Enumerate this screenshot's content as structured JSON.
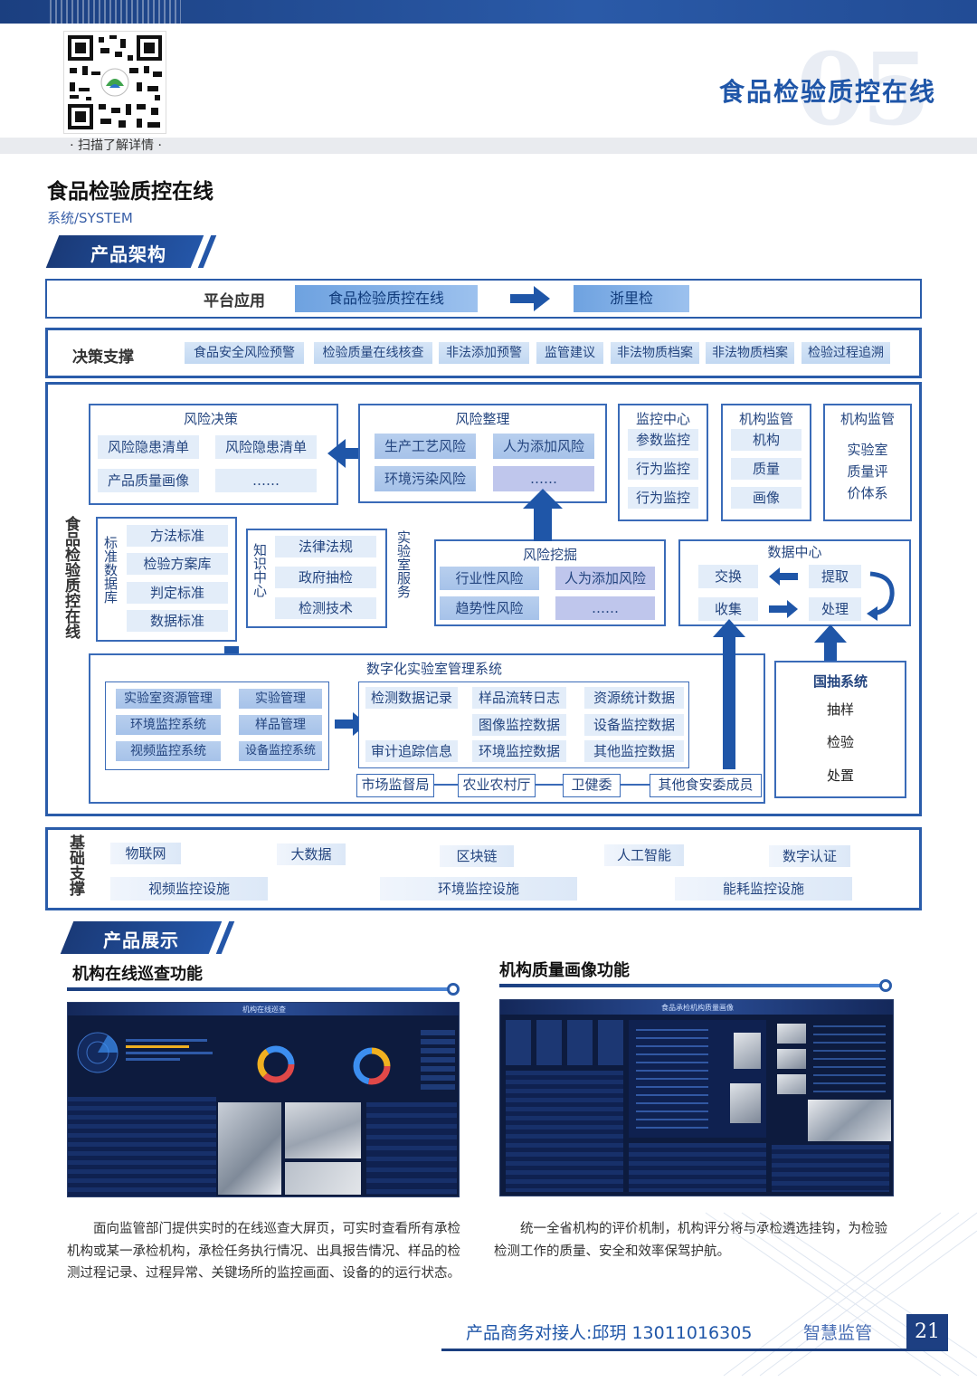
{
  "header": {
    "title": "食品检验质控在线",
    "scan_caption": "· 扫描了解详情 ·",
    "watermark_number": "05"
  },
  "page": {
    "title": "食品检验质控在线",
    "subtitle": "系统/SYSTEM",
    "section_architecture": "产品架构",
    "section_showcase": "产品展示"
  },
  "architecture": {
    "platform": {
      "label": "平台应用",
      "apps": [
        "食品检验质控在线",
        "浙里检"
      ]
    },
    "decision": {
      "label": "决策支撑",
      "items": [
        "食品安全风险预警",
        "检验质量在线核查",
        "非法添加预警",
        "监管建议",
        "非法物质档案",
        "非法物质档案",
        "检验过程追溯"
      ]
    },
    "core": {
      "side_label": "食品检验质控在线",
      "risk_decision": {
        "title": "风险决策",
        "items": [
          "风险隐患清单",
          "风险隐患清单",
          "产品质量画像",
          "……"
        ]
      },
      "risk_sort": {
        "title": "风险整理",
        "items": [
          "生产工艺风险",
          "人为添加风险",
          "环境污染风险",
          "……"
        ]
      },
      "monitor_center": {
        "title": "监控中心",
        "items": [
          "参数监控",
          "行为监控",
          "行为监控"
        ]
      },
      "org_supervise1": {
        "title": "机构监管",
        "items": [
          "机构",
          "质量",
          "画像"
        ]
      },
      "org_supervise2": {
        "title": "机构监管",
        "items": [
          "实验室",
          "质量评",
          "价体系"
        ]
      },
      "standard_db": {
        "label": "标准数据库",
        "items": [
          "方法标准",
          "检验方案库",
          "判定标准",
          "数据标准"
        ]
      },
      "knowledge": {
        "label": "知识中心",
        "items": [
          "法律法规",
          "政府抽检",
          "检测技术"
        ],
        "side": "实验室服务"
      },
      "risk_mining": {
        "title": "风险挖掘",
        "items": [
          "行业性风险",
          "人为添加风险",
          "趋势性风险",
          "……"
        ]
      },
      "data_center": {
        "title": "数据中心",
        "items": [
          "交换",
          "提取",
          "收集",
          "处理"
        ]
      },
      "digital_lab": {
        "title": "数字化实验室管理系统",
        "left": [
          "实验室资源管理",
          "实验管理",
          "环境监控系统",
          "样品管理",
          "视频监控系统",
          "设备监控系统"
        ],
        "right": [
          "检测数据记录",
          "样品流转日志",
          "资源统计数据",
          "图像监控数据",
          "设备监控数据",
          "审计追踪信息",
          "环境监控数据",
          "其他监控数据"
        ]
      },
      "agencies": [
        "市场监督局",
        "农业农村厅",
        "卫健委",
        "其他食安委成员"
      ],
      "national": {
        "title": "国抽系统",
        "items": [
          "抽样",
          "检验",
          "处置"
        ]
      }
    },
    "foundation": {
      "label": "基础支撑",
      "row1": [
        "物联网",
        "大数据",
        "区块链",
        "人工智能",
        "数字认证"
      ],
      "row2": [
        "视频监控设施",
        "环境监控设施",
        "能耗监控设施"
      ]
    }
  },
  "showcase": {
    "left": {
      "title": "机构在线巡查功能",
      "screen_title": "机构在线巡查",
      "desc": "面向监管部门提供实时的在线巡查大屏页，可实时查看所有承检机构或某一承检机构，承检任务执行情况、出具报告情况、样品的检测过程记录、过程异常、关键场所的监控画面、设备的的运行状态。"
    },
    "right": {
      "title": "机构质量画像功能",
      "screen_title": "食品承检机构质量画像",
      "desc": "统一全省机构的评价机制，机构评分将与承检遴选挂钩，为检验检测工作的质量、安全和效率保驾护航。"
    }
  },
  "footer": {
    "contact": "产品商务对接人:邱玥 13011016305",
    "brand": "智慧监管",
    "page_number": "21"
  },
  "colors": {
    "primary": "#1f56a8",
    "dark": "#1b3f80",
    "chip": "#c2d8f2"
  }
}
